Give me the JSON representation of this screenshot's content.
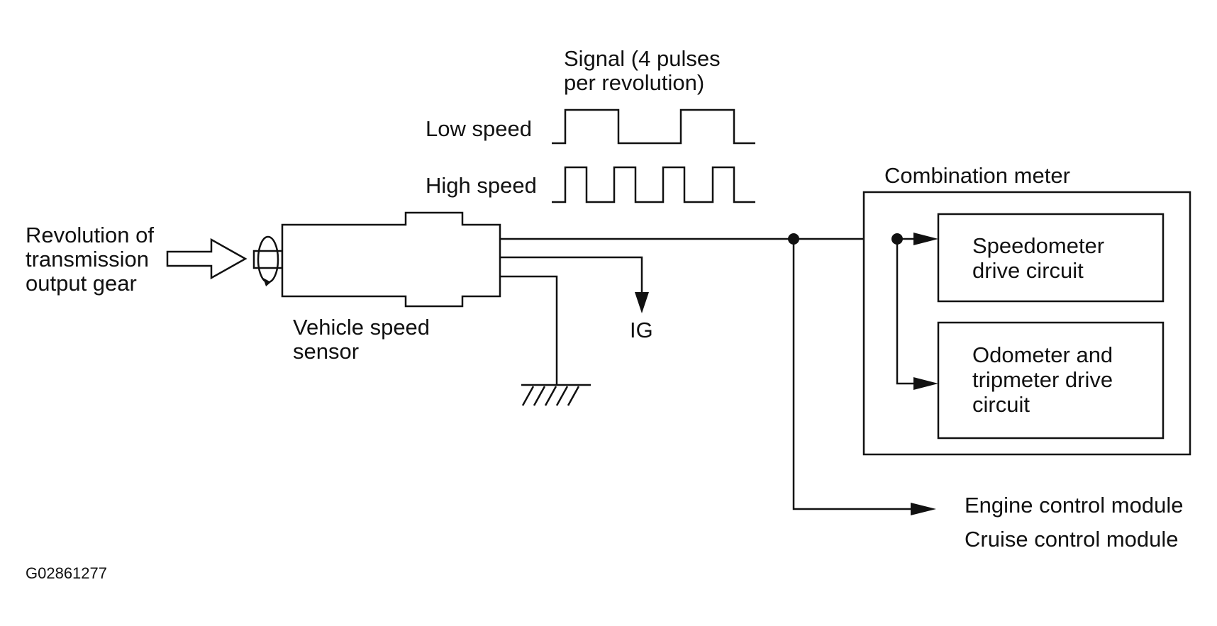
{
  "signal": {
    "title_line1": "Signal (4 pulses",
    "title_line2": "per revolution)",
    "low_speed_label": "Low speed",
    "high_speed_label": "High speed"
  },
  "input": {
    "line1": "Revolution of",
    "line2": "transmission",
    "line3": "output gear"
  },
  "sensor": {
    "line1": "Vehicle speed",
    "line2": "sensor"
  },
  "ig_label": "IG",
  "combination_meter": {
    "title": "Combination meter",
    "speedometer": {
      "line1": "Speedometer",
      "line2": "drive circuit"
    },
    "odometer": {
      "line1": "Odometer and",
      "line2": "tripmeter drive",
      "line3": "circuit"
    }
  },
  "outputs": {
    "engine": "Engine control module",
    "cruise": "Cruise control module"
  },
  "figure_id": "G02861277",
  "colors": {
    "line": "#111111",
    "background": "#ffffff"
  }
}
